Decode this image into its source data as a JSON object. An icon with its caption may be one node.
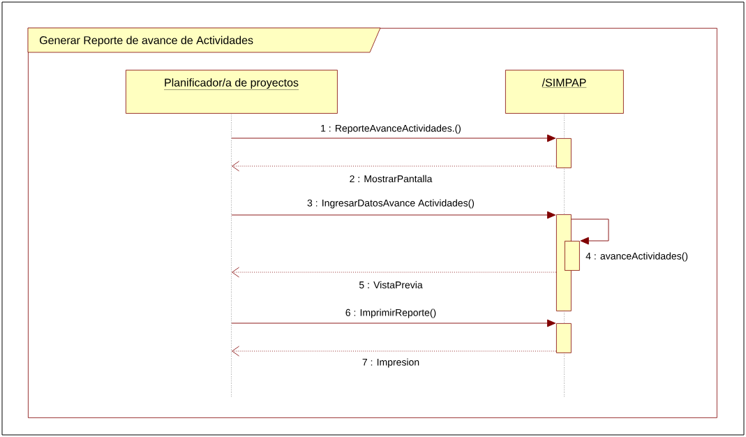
{
  "diagram": {
    "nodes": [
      {
        "text": [
          "Generar Reporte de avance de Actividades"
        ]
      },
      {
        "text": [
          "Planificador/a de proyectos"
        ],
        "in": 0
      },
      {
        "text": [
          "/SIMPAP"
        ],
        "in": 0
      },
      {
        "text": [],
        "shape": "bar",
        "in": 0
      },
      {
        "text": [],
        "shape": "bar",
        "in": 0
      },
      {
        "text": [],
        "shape": "bar",
        "in": 0
      },
      {
        "text": [],
        "shape": "bar",
        "in": 0
      }
    ],
    "edges": [
      {
        "from": 1,
        "to": 3,
        "arrow": "to",
        "label": "1 : ReporteAvanceActividades.()"
      },
      {
        "from": 3,
        "to": 1,
        "arrow": "to",
        "style": "dashed",
        "label": "2 : MostrarPantalla"
      },
      {
        "from": 1,
        "to": 4,
        "arrow": "to",
        "label": "3 : IngresarDatosAvance Actividades()"
      },
      {
        "from": 4,
        "to": 5,
        "arrow": "to",
        "label": "4 : avanceActividades()"
      },
      {
        "from": 4,
        "to": 1,
        "arrow": "to",
        "style": "dashed",
        "label": "5 : VistaPrevia"
      },
      {
        "from": 1,
        "to": 6,
        "arrow": "to",
        "label": "6 : ImprimirReporte()"
      },
      {
        "from": 6,
        "to": 1,
        "arrow": "to",
        "style": "dashed",
        "label": "7 : Impresion"
      }
    ]
  }
}
